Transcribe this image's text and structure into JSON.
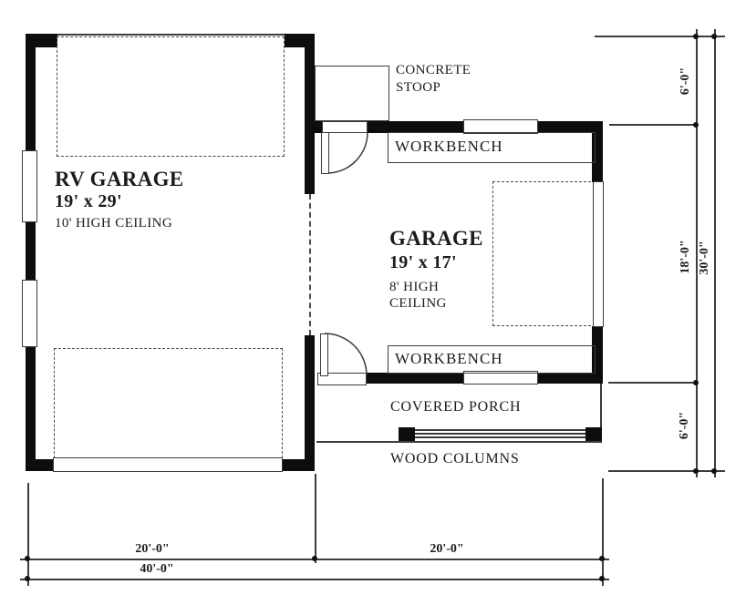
{
  "plan": {
    "title": "garage-floor-plan",
    "rooms": {
      "rv_garage": {
        "name": "RV GARAGE",
        "size": "19' x 29'",
        "ceiling": "10' HIGH CEILING"
      },
      "garage": {
        "name": "GARAGE",
        "size": "19' x 17'",
        "ceiling_line1": "8' HIGH",
        "ceiling_line2": "CEILING"
      }
    },
    "annotations": {
      "concrete_stoop_line1": "CONCRETE",
      "concrete_stoop_line2": "STOOP",
      "workbench_top": "WORKBENCH",
      "workbench_bottom": "WORKBENCH",
      "covered_porch": "COVERED PORCH",
      "wood_columns": "WOOD COLUMNS"
    },
    "dimensions": {
      "right_upper": "6'-0\"",
      "right_middle": "18'-0\"",
      "right_overall": "30'-0\"",
      "right_lower": "6'-0\"",
      "bottom_left": "20'-0\"",
      "bottom_right": "20'-0\"",
      "bottom_overall": "40'-0\""
    },
    "colors": {
      "wall": "#0d0d0d",
      "line": "#3c3c3c",
      "text": "#1c1c1c",
      "background": "#ffffff"
    }
  }
}
